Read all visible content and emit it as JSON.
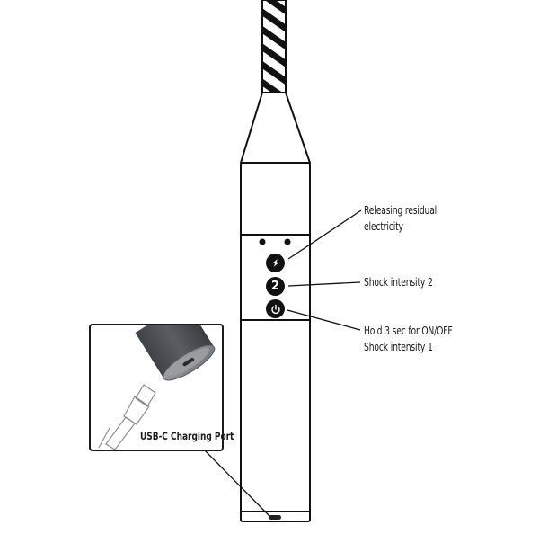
{
  "diagram": {
    "subject": "handheld shock device with braided cable",
    "colors": {
      "outline": "#1a1a1a",
      "button_fill": "#111111",
      "button_glyph": "#ffffff",
      "cable_stripe": "#111111",
      "inset_device_body": "#4a4e52",
      "inset_device_cap": "#8a8c8e"
    },
    "buttons": [
      {
        "id": "discharge",
        "icon": "lightning-bolt-icon",
        "glyph": "⚡"
      },
      {
        "id": "intensity-2",
        "icon": "number-two-icon",
        "glyph": "2"
      },
      {
        "id": "power",
        "icon": "power-icon",
        "glyph": "⏻"
      }
    ],
    "indicator_lights": 2,
    "callouts": {
      "discharge": {
        "line1": "Releasing residual",
        "line2": "electricity"
      },
      "intensity_2": {
        "line1": "Shock intensity 2"
      },
      "power": {
        "line1": "Hold 3 sec for ON/OFF",
        "line2": "Shock intensity 1"
      }
    },
    "inset": {
      "label": "USB-C Charging Port",
      "icon": "usb-c-cable-icon"
    }
  }
}
